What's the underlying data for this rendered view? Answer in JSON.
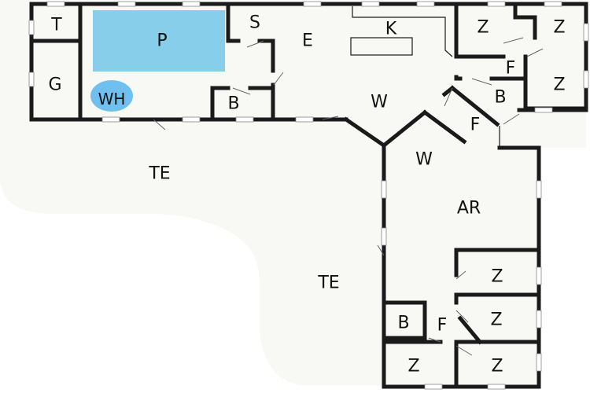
{
  "colors": {
    "floor": "#f8f9f4",
    "wall": "#1a1a1a",
    "pool": "#87ceeb",
    "whirlpool": "#6fc0ee"
  },
  "rooms": {
    "t": "T",
    "g": "G",
    "p": "P",
    "wh": "WH",
    "s": "S",
    "b1": "B",
    "e": "E",
    "k": "K",
    "w1": "W",
    "w2": "W",
    "z1": "Z",
    "z2": "Z",
    "f1": "F",
    "z3": "Z",
    "b2": "B",
    "f2": "F",
    "ar": "AR",
    "te1": "TE",
    "te2": "TE",
    "z4": "Z",
    "z5": "Z",
    "b3": "B",
    "f3": "F",
    "z6": "Z",
    "z7": "Z"
  }
}
